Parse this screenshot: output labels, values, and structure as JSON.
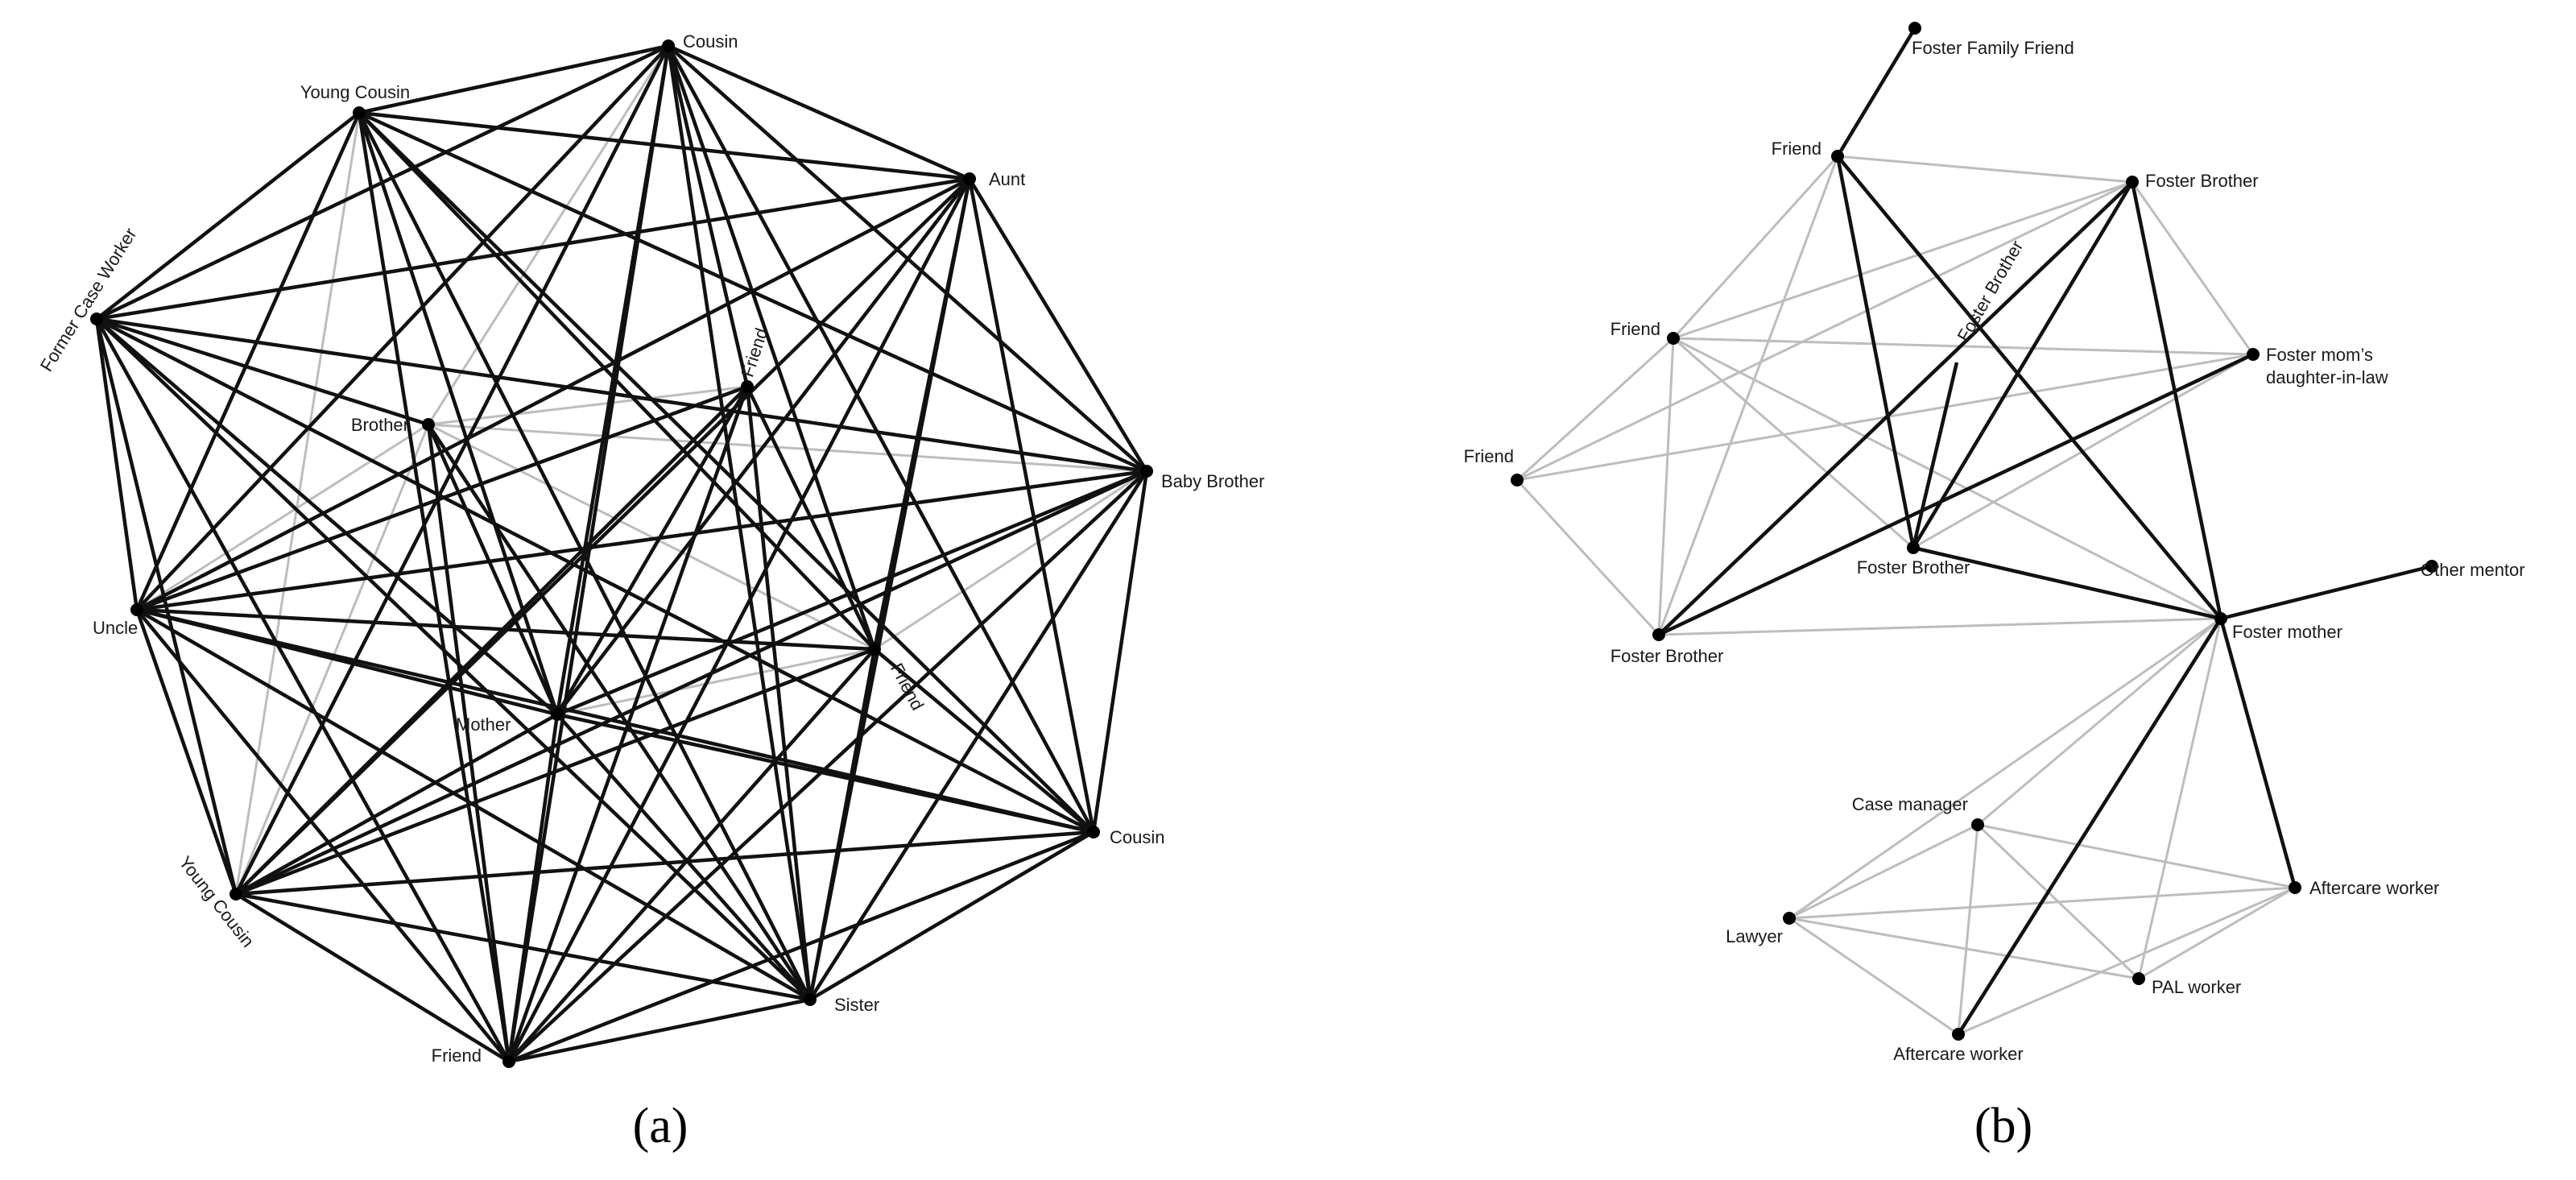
{
  "colors": {
    "strong_tie": "#111111",
    "weak_tie": "#bdbdbd",
    "node": "#000000",
    "background": "#ffffff"
  },
  "panels": [
    {
      "id": "a",
      "label": "(a)",
      "nodes": [
        {
          "id": "cousin_top",
          "label": "Cousin"
        },
        {
          "id": "young_cousin_top",
          "label": "Young Cousin"
        },
        {
          "id": "aunt",
          "label": "Aunt"
        },
        {
          "id": "former_case_worker",
          "label": "Former Case Worker"
        },
        {
          "id": "friend_mid",
          "label": "Friend"
        },
        {
          "id": "brother",
          "label": "Brother"
        },
        {
          "id": "baby_brother",
          "label": "Baby Brother"
        },
        {
          "id": "uncle",
          "label": "Uncle"
        },
        {
          "id": "friend_right",
          "label": "Friend"
        },
        {
          "id": "mother",
          "label": "Mother"
        },
        {
          "id": "cousin_right",
          "label": "Cousin"
        },
        {
          "id": "young_cousin_bottom",
          "label": "Young Cousin"
        },
        {
          "id": "sister",
          "label": "Sister"
        },
        {
          "id": "friend_bottom",
          "label": "Friend"
        }
      ],
      "edges": [
        [
          "cousin_top",
          "young_cousin_top",
          "strong"
        ],
        [
          "cousin_top",
          "aunt",
          "strong"
        ],
        [
          "cousin_top",
          "former_case_worker",
          "strong"
        ],
        [
          "cousin_top",
          "baby_brother",
          "strong"
        ],
        [
          "cousin_top",
          "uncle",
          "strong"
        ],
        [
          "cousin_top",
          "friend_right",
          "strong"
        ],
        [
          "cousin_top",
          "mother",
          "strong"
        ],
        [
          "cousin_top",
          "cousin_right",
          "strong"
        ],
        [
          "cousin_top",
          "young_cousin_bottom",
          "strong"
        ],
        [
          "cousin_top",
          "sister",
          "strong"
        ],
        [
          "cousin_top",
          "friend_bottom",
          "strong"
        ],
        [
          "cousin_top",
          "friend_mid",
          "strong"
        ],
        [
          "cousin_top",
          "brother",
          "weak"
        ],
        [
          "young_cousin_top",
          "aunt",
          "strong"
        ],
        [
          "young_cousin_top",
          "former_case_worker",
          "strong"
        ],
        [
          "young_cousin_top",
          "baby_brother",
          "strong"
        ],
        [
          "young_cousin_top",
          "uncle",
          "strong"
        ],
        [
          "young_cousin_top",
          "friend_right",
          "strong"
        ],
        [
          "young_cousin_top",
          "mother",
          "strong"
        ],
        [
          "young_cousin_top",
          "cousin_right",
          "strong"
        ],
        [
          "young_cousin_top",
          "sister",
          "strong"
        ],
        [
          "young_cousin_top",
          "friend_bottom",
          "strong"
        ],
        [
          "young_cousin_top",
          "young_cousin_bottom",
          "weak"
        ],
        [
          "aunt",
          "former_case_worker",
          "strong"
        ],
        [
          "aunt",
          "baby_brother",
          "strong"
        ],
        [
          "aunt",
          "uncle",
          "strong"
        ],
        [
          "aunt",
          "mother",
          "strong"
        ],
        [
          "aunt",
          "cousin_right",
          "strong"
        ],
        [
          "aunt",
          "young_cousin_bottom",
          "strong"
        ],
        [
          "aunt",
          "sister",
          "strong"
        ],
        [
          "aunt",
          "friend_bottom",
          "strong"
        ],
        [
          "aunt",
          "friend_right",
          "strong"
        ],
        [
          "former_case_worker",
          "baby_brother",
          "strong"
        ],
        [
          "former_case_worker",
          "uncle",
          "strong"
        ],
        [
          "former_case_worker",
          "mother",
          "strong"
        ],
        [
          "former_case_worker",
          "cousin_right",
          "strong"
        ],
        [
          "former_case_worker",
          "young_cousin_bottom",
          "strong"
        ],
        [
          "former_case_worker",
          "sister",
          "strong"
        ],
        [
          "former_case_worker",
          "friend_bottom",
          "strong"
        ],
        [
          "former_case_worker",
          "brother",
          "strong"
        ],
        [
          "friend_mid",
          "uncle",
          "strong"
        ],
        [
          "friend_mid",
          "young_cousin_bottom",
          "strong"
        ],
        [
          "friend_mid",
          "sister",
          "strong"
        ],
        [
          "friend_mid",
          "friend_bottom",
          "strong"
        ],
        [
          "friend_mid",
          "mother",
          "strong"
        ],
        [
          "friend_mid",
          "friend_right",
          "strong"
        ],
        [
          "friend_mid",
          "brother",
          "weak"
        ],
        [
          "brother",
          "baby_brother",
          "weak"
        ],
        [
          "brother",
          "uncle",
          "weak"
        ],
        [
          "brother",
          "young_cousin_bottom",
          "weak"
        ],
        [
          "brother",
          "sister",
          "strong"
        ],
        [
          "brother",
          "mother",
          "strong"
        ],
        [
          "brother",
          "friend_bottom",
          "strong"
        ],
        [
          "brother",
          "friend_right",
          "weak"
        ],
        [
          "baby_brother",
          "uncle",
          "strong"
        ],
        [
          "baby_brother",
          "mother",
          "strong"
        ],
        [
          "baby_brother",
          "cousin_right",
          "strong"
        ],
        [
          "baby_brother",
          "young_cousin_bottom",
          "strong"
        ],
        [
          "baby_brother",
          "sister",
          "strong"
        ],
        [
          "baby_brother",
          "friend_bottom",
          "strong"
        ],
        [
          "baby_brother",
          "friend_right",
          "weak"
        ],
        [
          "uncle",
          "friend_right",
          "strong"
        ],
        [
          "uncle",
          "mother",
          "strong"
        ],
        [
          "uncle",
          "cousin_right",
          "strong"
        ],
        [
          "uncle",
          "young_cousin_bottom",
          "strong"
        ],
        [
          "uncle",
          "sister",
          "strong"
        ],
        [
          "uncle",
          "friend_bottom",
          "strong"
        ],
        [
          "friend_right",
          "mother",
          "weak"
        ],
        [
          "friend_right",
          "cousin_right",
          "strong"
        ],
        [
          "friend_right",
          "young_cousin_bottom",
          "strong"
        ],
        [
          "friend_right",
          "sister",
          "strong"
        ],
        [
          "friend_right",
          "friend_bottom",
          "strong"
        ],
        [
          "mother",
          "cousin_right",
          "strong"
        ],
        [
          "mother",
          "young_cousin_bottom",
          "strong"
        ],
        [
          "mother",
          "sister",
          "strong"
        ],
        [
          "mother",
          "friend_bottom",
          "strong"
        ],
        [
          "cousin_right",
          "young_cousin_bottom",
          "strong"
        ],
        [
          "cousin_right",
          "sister",
          "strong"
        ],
        [
          "cousin_right",
          "friend_bottom",
          "strong"
        ],
        [
          "young_cousin_bottom",
          "sister",
          "strong"
        ],
        [
          "young_cousin_bottom",
          "friend_bottom",
          "strong"
        ],
        [
          "sister",
          "friend_bottom",
          "strong"
        ]
      ]
    },
    {
      "id": "b",
      "label": "(b)",
      "nodes": [
        {
          "id": "foster_family_friend",
          "label": "Foster Family Friend"
        },
        {
          "id": "friend_top",
          "label": "Friend"
        },
        {
          "id": "foster_brother_tr",
          "label": "Foster Brother"
        },
        {
          "id": "foster_brother_diag",
          "label": "Foster Brother"
        },
        {
          "id": "friend_mid",
          "label": "Friend"
        },
        {
          "id": "foster_moms_dil",
          "label": "Foster mom’s\ndaughter-in-law"
        },
        {
          "id": "friend_left",
          "label": "Friend"
        },
        {
          "id": "foster_brother_center",
          "label": "Foster Brother"
        },
        {
          "id": "other_mentor",
          "label": "Other mentor"
        },
        {
          "id": "foster_mother",
          "label": "Foster mother"
        },
        {
          "id": "foster_brother_bl",
          "label": "Foster Brother"
        },
        {
          "id": "case_manager",
          "label": "Case manager"
        },
        {
          "id": "aftercare_worker_right",
          "label": "Aftercare worker"
        },
        {
          "id": "lawyer",
          "label": "Lawyer"
        },
        {
          "id": "pal_worker",
          "label": "PAL worker"
        },
        {
          "id": "aftercare_worker_bottom",
          "label": "Aftercare worker"
        }
      ],
      "edges": [
        [
          "friend_top",
          "foster_family_friend",
          "strong"
        ],
        [
          "friend_top",
          "foster_brother_tr",
          "weak"
        ],
        [
          "friend_top",
          "friend_mid",
          "weak"
        ],
        [
          "friend_top",
          "foster_brother_bl",
          "weak"
        ],
        [
          "friend_top",
          "foster_brother_center",
          "strong"
        ],
        [
          "friend_top",
          "foster_mother",
          "strong"
        ],
        [
          "foster_brother_tr",
          "foster_brother_center",
          "strong"
        ],
        [
          "foster_brother_tr",
          "foster_brother_bl",
          "strong"
        ],
        [
          "foster_brother_tr",
          "foster_mother",
          "strong"
        ],
        [
          "foster_brother_tr",
          "foster_moms_dil",
          "weak"
        ],
        [
          "foster_brother_tr",
          "friend_mid",
          "weak"
        ],
        [
          "foster_brother_tr",
          "friend_left",
          "weak"
        ],
        [
          "foster_brother_diag",
          "foster_brother_center",
          "strong"
        ],
        [
          "friend_mid",
          "foster_moms_dil",
          "weak"
        ],
        [
          "friend_mid",
          "foster_brother_bl",
          "weak"
        ],
        [
          "friend_mid",
          "friend_left",
          "weak"
        ],
        [
          "friend_mid",
          "foster_mother",
          "weak"
        ],
        [
          "friend_mid",
          "foster_brother_center",
          "weak"
        ],
        [
          "foster_moms_dil",
          "foster_brother_bl",
          "strong"
        ],
        [
          "foster_moms_dil",
          "foster_brother_center",
          "weak"
        ],
        [
          "foster_moms_dil",
          "friend_left",
          "weak"
        ],
        [
          "friend_left",
          "foster_brother_bl",
          "weak"
        ],
        [
          "foster_brother_center",
          "foster_mother",
          "strong"
        ],
        [
          "foster_brother_bl",
          "foster_mother",
          "weak"
        ],
        [
          "foster_mother",
          "other_mentor",
          "strong"
        ],
        [
          "foster_mother",
          "aftercare_worker_right",
          "strong"
        ],
        [
          "foster_mother",
          "aftercare_worker_bottom",
          "strong"
        ],
        [
          "foster_mother",
          "case_manager",
          "weak"
        ],
        [
          "foster_mother",
          "lawyer",
          "weak"
        ],
        [
          "foster_mother",
          "pal_worker",
          "weak"
        ],
        [
          "case_manager",
          "lawyer",
          "weak"
        ],
        [
          "case_manager",
          "pal_worker",
          "weak"
        ],
        [
          "case_manager",
          "aftercare_worker_right",
          "weak"
        ],
        [
          "case_manager",
          "aftercare_worker_bottom",
          "weak"
        ],
        [
          "lawyer",
          "aftercare_worker_right",
          "weak"
        ],
        [
          "lawyer",
          "pal_worker",
          "weak"
        ],
        [
          "lawyer",
          "aftercare_worker_bottom",
          "weak"
        ],
        [
          "aftercare_worker_bottom",
          "aftercare_worker_right",
          "weak"
        ],
        [
          "pal_worker",
          "aftercare_worker_right",
          "weak"
        ]
      ]
    }
  ]
}
